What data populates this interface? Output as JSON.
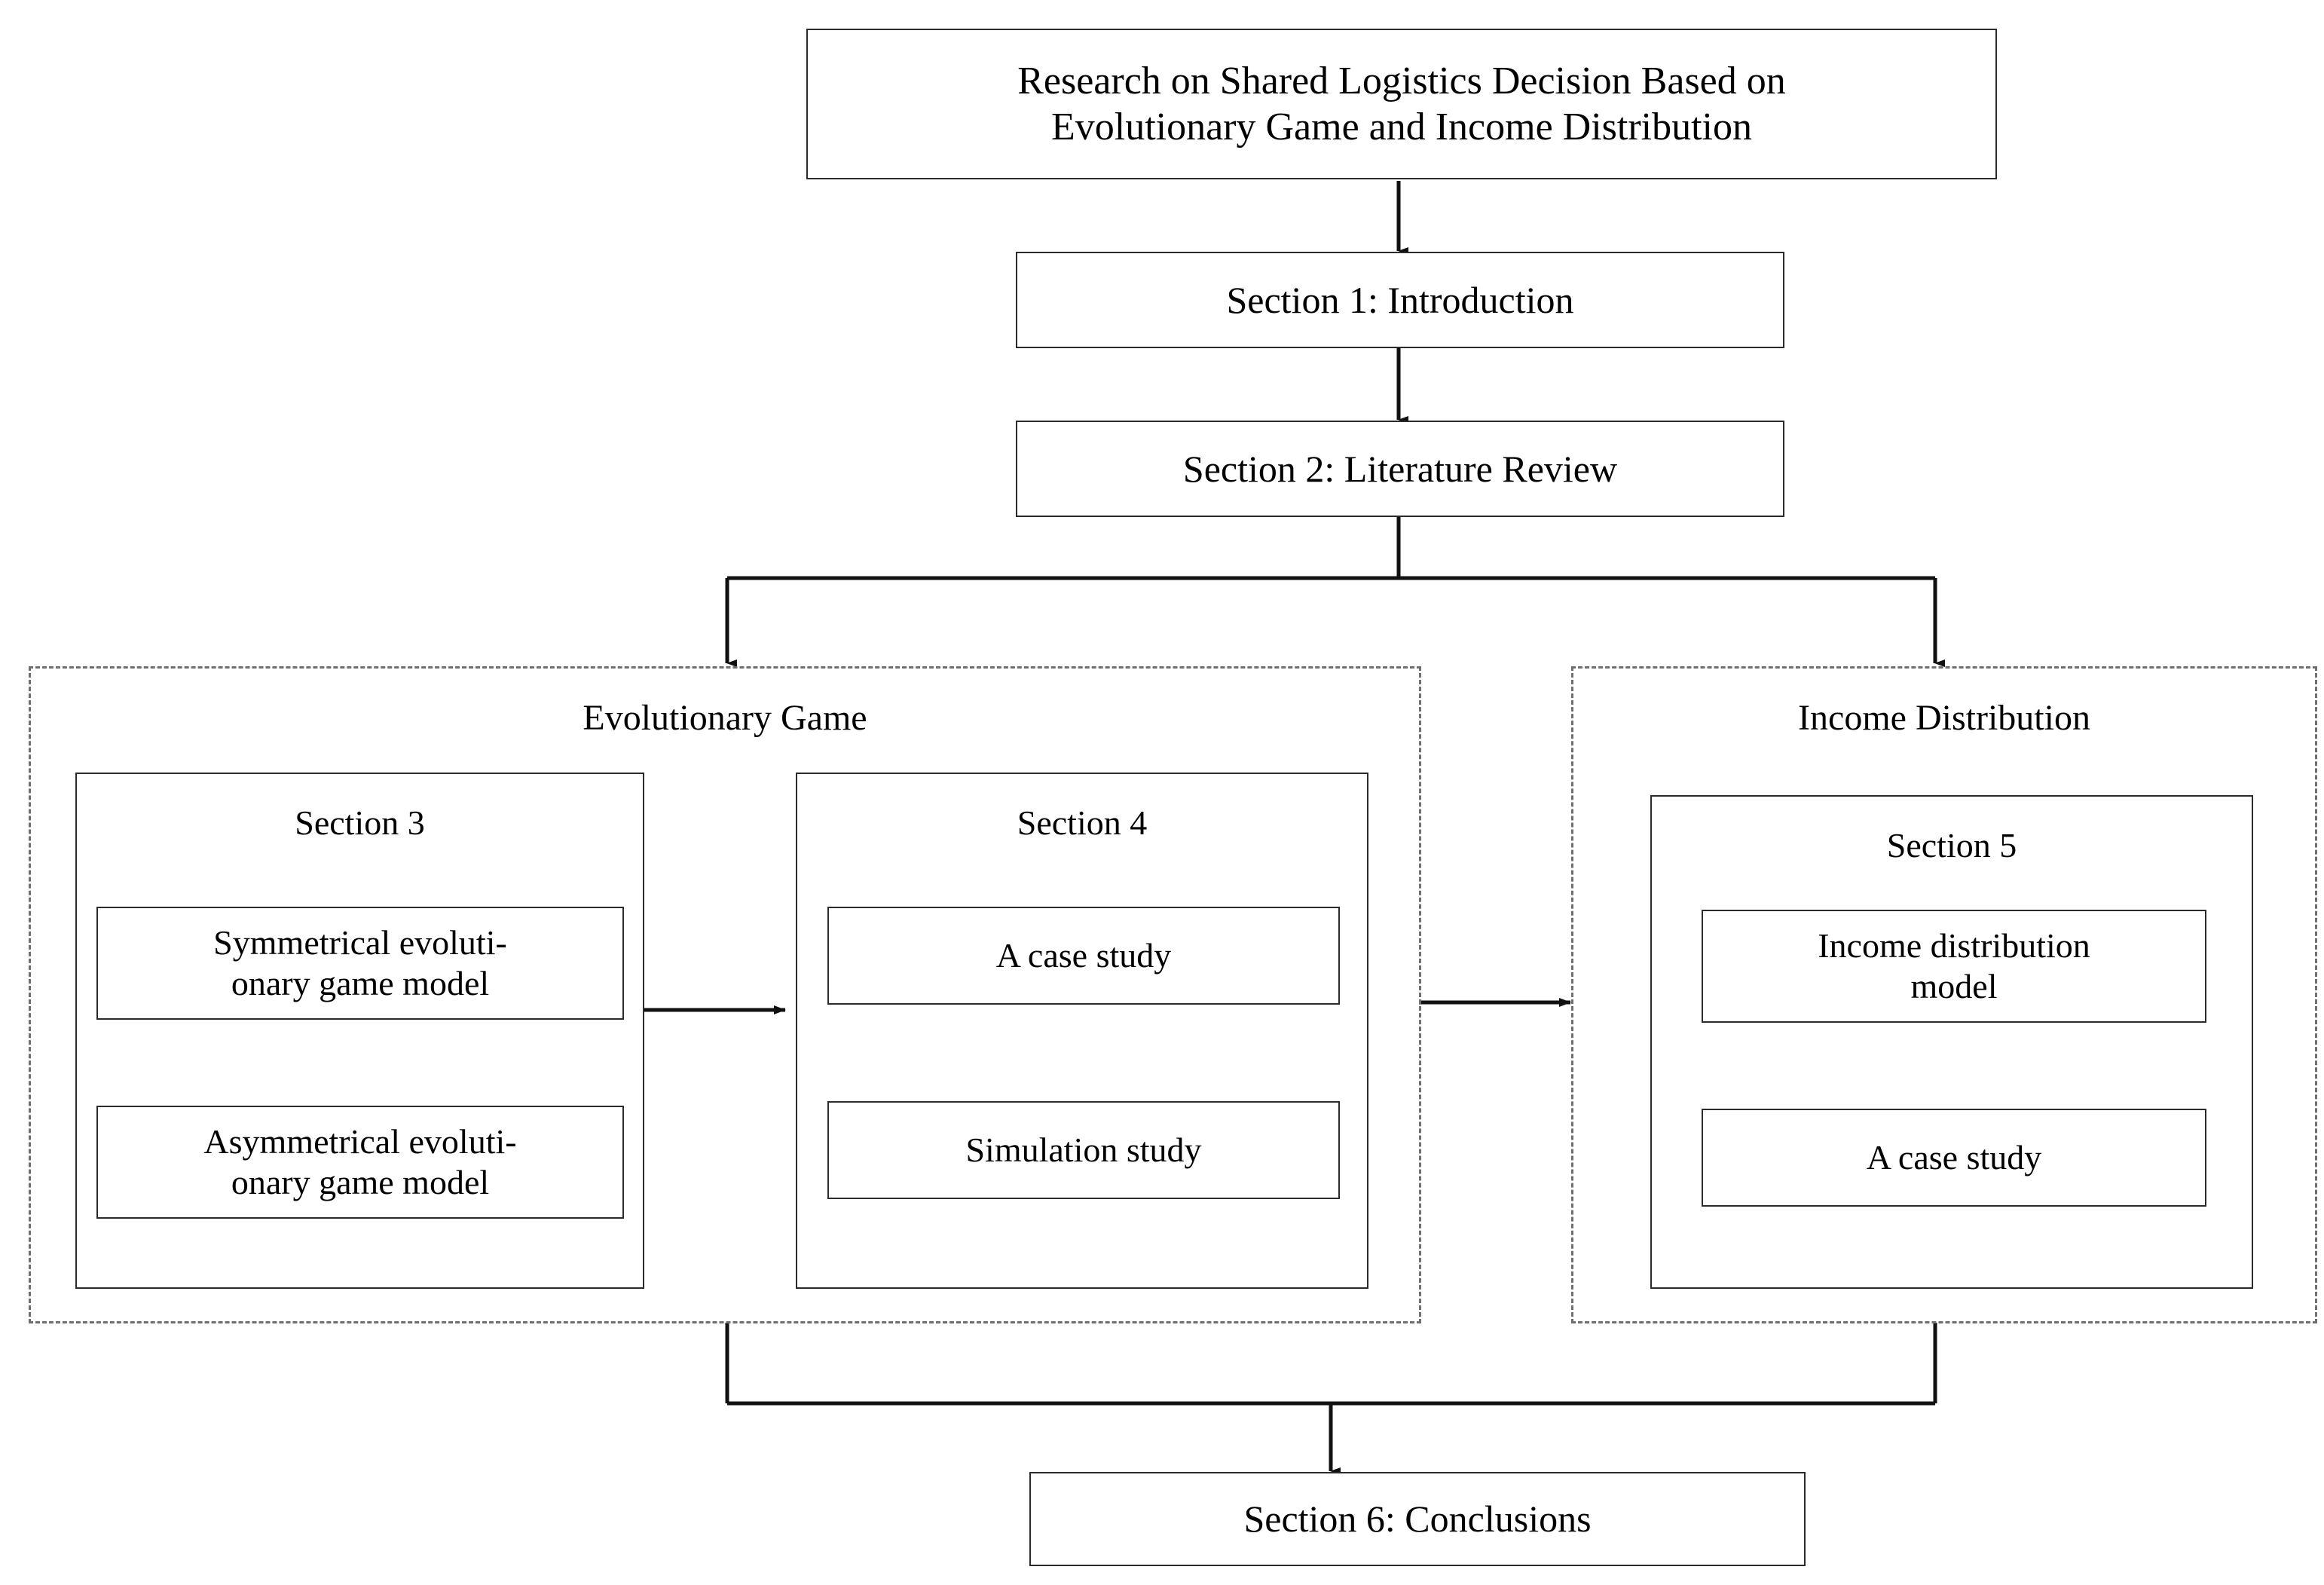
{
  "diagram": {
    "title_node": {
      "label": "Research on Shared Logistics Decision Based on Evolutionary Game and Income Distribution",
      "line1": "Research on Shared Logistics Decision Based on",
      "line2": "Evolutionary Game and Income Distribution"
    },
    "stages": [
      {
        "id": "section-1",
        "label": "Section 1: Introduction"
      },
      {
        "id": "section-2",
        "label": "Section 2: Literature Review"
      },
      {
        "id": "section-6",
        "label": "Section 6: Conclusions"
      }
    ],
    "groups": [
      {
        "id": "evolutionary-game",
        "label": "Evolutionary Game",
        "sections": [
          {
            "id": "section-3",
            "title": "Section 3",
            "items": [
              {
                "line1": "Symmetrical evoluti-",
                "line2": "onary game model",
                "label": "Symmetrical evolutionary game model"
              },
              {
                "line1": "Asymmetrical evoluti-",
                "line2": "onary game model",
                "label": "Asymmetrical evolutionary game model"
              }
            ]
          },
          {
            "id": "section-4",
            "title": "Section 4",
            "items": [
              {
                "line1": "A case study",
                "line2": "",
                "label": "A case study"
              },
              {
                "line1": "Simulation study",
                "line2": "",
                "label": "Simulation study"
              }
            ]
          }
        ]
      },
      {
        "id": "income-distribution",
        "label": "Income Distribution",
        "sections": [
          {
            "id": "section-5",
            "title": "Section 5",
            "items": [
              {
                "line1": "Income distribution",
                "line2": "model",
                "label": "Income distribution model"
              },
              {
                "line1": "A case study",
                "line2": "",
                "label": "A case study"
              }
            ]
          }
        ]
      }
    ],
    "colors": {
      "stroke": "#2b2b2b",
      "dashed_stroke": "#6f6f6f",
      "background": "#ffffff",
      "text": "#000000"
    }
  }
}
